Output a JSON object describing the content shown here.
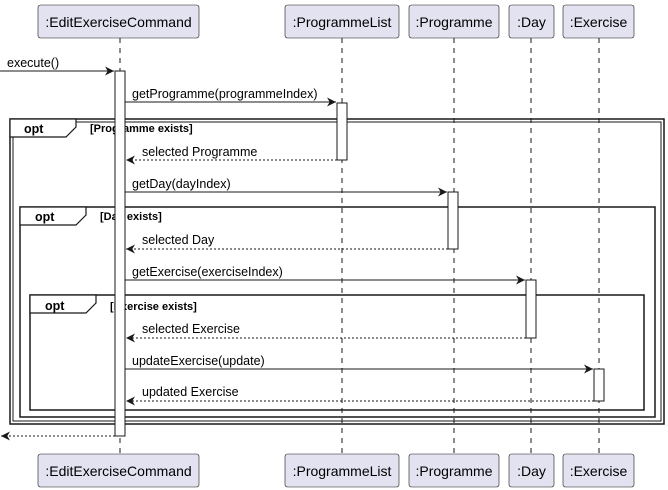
{
  "participants": [
    {
      "key": "cmd",
      "label": ":EditExerciseCommand"
    },
    {
      "key": "plist",
      "label": ":ProgrammeList"
    },
    {
      "key": "prog",
      "label": ":Programme"
    },
    {
      "key": "day",
      "label": ":Day"
    },
    {
      "key": "ex",
      "label": ":Exercise"
    }
  ],
  "messages": {
    "execute": "execute()",
    "get_programme": "getProgramme(programmeIndex)",
    "selected_programme": "selected Programme",
    "get_day": "getDay(dayIndex)",
    "selected_day": "selected Day",
    "get_exercise": "getExercise(exerciseIndex)",
    "selected_exercise": "selected Exercise",
    "update_exercise": "updateExercise(update)",
    "updated_exercise": "updated Exercise"
  },
  "fragments": [
    {
      "key": "opt1",
      "operator": "opt",
      "guard": "[Programme exists]"
    },
    {
      "key": "opt2",
      "operator": "opt",
      "guard": "[Day exists]"
    },
    {
      "key": "opt3",
      "operator": "opt",
      "guard": "[Exercise exists]"
    }
  ],
  "colors": {
    "participant_fill": "#E2E2F0",
    "participant_stroke": "#181818",
    "line": "#181818"
  }
}
